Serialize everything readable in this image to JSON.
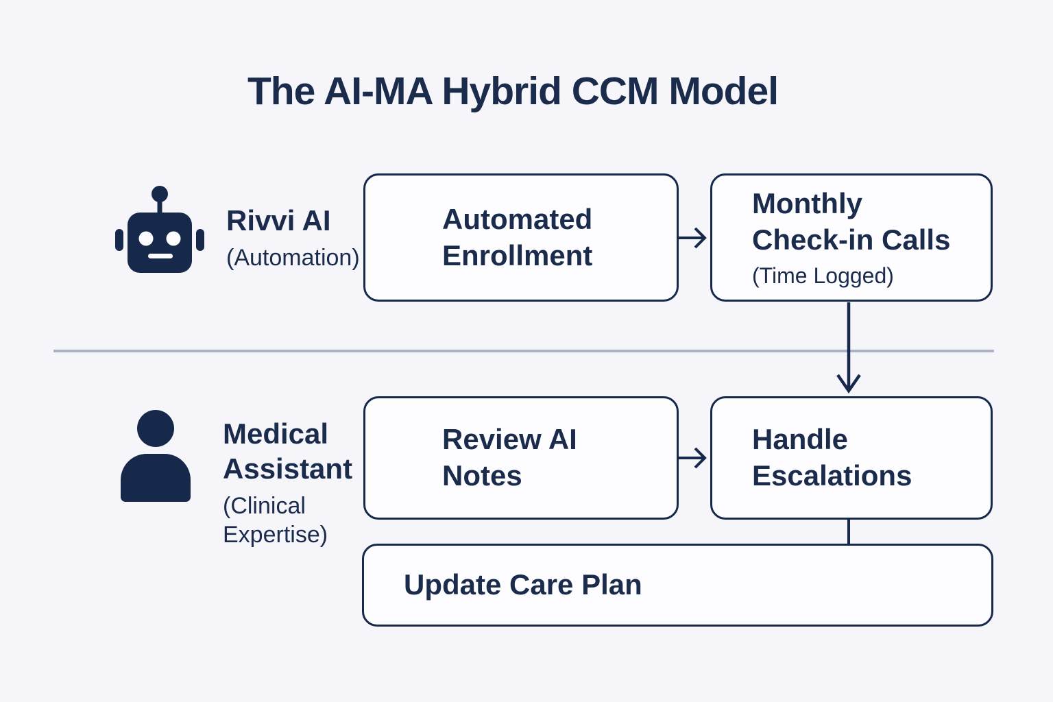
{
  "title": "The AI-MA Hybrid CCM Model",
  "colors": {
    "navy_text": "#1b2b4c",
    "navy_border": "#16294b",
    "background": "#f6f6fa",
    "box_fill": "#fdfdff",
    "divider": "#a9b2c6"
  },
  "ai_lane": {
    "icon": "robot-icon",
    "actor_name": "Rivvi AI",
    "actor_subtitle": "(Automation)",
    "box_automated": {
      "line1": "Automated",
      "line2": "Enrollment"
    },
    "box_monthly": {
      "line1": "Monthly",
      "line2": "Check-in Calls",
      "note": "(Time Logged)"
    }
  },
  "ma_lane": {
    "icon": "person-icon",
    "actor_name_line1": "Medical",
    "actor_name_line2": "Assistant",
    "actor_subtitle_line1": "(Clinical",
    "actor_subtitle_line2": "Expertise)",
    "box_review": {
      "line1": "Review AI",
      "line2": "Notes"
    },
    "box_handle": {
      "line1": "Handle",
      "line2": "Escalations"
    },
    "box_update": {
      "line1": "Update Care Plan"
    }
  }
}
